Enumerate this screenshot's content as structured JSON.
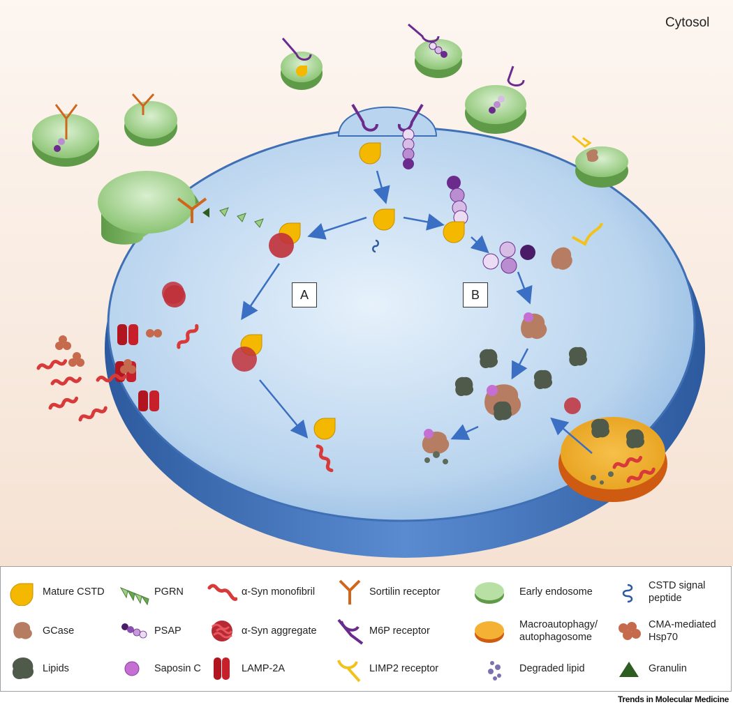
{
  "figure": {
    "compartment_label": "Cytosol",
    "pathways": [
      {
        "id": "A",
        "label": "A"
      },
      {
        "id": "B",
        "label": "B"
      }
    ]
  },
  "legend": {
    "items": [
      {
        "key": "mature_cstd",
        "label": "Mature CSTD",
        "icon": "mature-cstd-icon"
      },
      {
        "key": "pgrn",
        "label": "PGRN",
        "icon": "pgrn-icon"
      },
      {
        "key": "syn_monofibril",
        "label": "α-Syn monofibril",
        "icon": "syn-monofibril-icon"
      },
      {
        "key": "sortilin",
        "label": "Sortilin receptor",
        "icon": "sortilin-receptor-icon"
      },
      {
        "key": "early_endosome",
        "label": "Early endosome",
        "icon": "early-endosome-icon"
      },
      {
        "key": "cstd_signal",
        "label": "CSTD signal\npeptide",
        "icon": "cstd-signal-peptide-icon"
      },
      {
        "key": "gcase",
        "label": "GCase",
        "icon": "gcase-icon"
      },
      {
        "key": "psap",
        "label": "PSAP",
        "icon": "psap-icon"
      },
      {
        "key": "syn_aggregate",
        "label": "α-Syn aggregate",
        "icon": "syn-aggregate-icon"
      },
      {
        "key": "m6p",
        "label": "M6P receptor",
        "icon": "m6p-receptor-icon"
      },
      {
        "key": "autophagosome",
        "label": "Macroautophagy/\nautophagosome",
        "icon": "autophagosome-icon"
      },
      {
        "key": "cma_hsp70",
        "label": "CMA-mediated\nHsp70",
        "icon": "hsp70-icon"
      },
      {
        "key": "lipids",
        "label": "Lipids",
        "icon": "lipids-icon"
      },
      {
        "key": "saposin_c",
        "label": "Saposin C",
        "icon": "saposin-c-icon"
      },
      {
        "key": "lamp2a",
        "label": "LAMP-2A",
        "icon": "lamp2a-icon"
      },
      {
        "key": "limp2",
        "label": "LIMP2 receptor",
        "icon": "limp2-receptor-icon"
      },
      {
        "key": "degraded_lipid",
        "label": "Degraded lipid",
        "icon": "degraded-lipid-icon"
      },
      {
        "key": "granulin",
        "label": "Granulin",
        "icon": "granulin-icon"
      }
    ]
  },
  "journal": "Trends in Molecular Medicine",
  "colors": {
    "background_top": "#fbf1ea",
    "background_bottom": "#f6e3d4",
    "lysosome_fill": "#c9dff2",
    "lysosome_rim": "#3f6fb4",
    "endosome_green": "#9ccf86",
    "cstd_yellow": "#f5b800",
    "syn_red": "#d83a3a",
    "receptor_purple": "#6a2b8c",
    "sortilin_orange": "#d0661c",
    "limp2_yellow": "#f2c21a",
    "gcase_brown": "#b77d63",
    "lipid_grey": "#5e6a5a",
    "autophagosome_orange": "#f09a1c",
    "arrow_blue": "#3b6fc4"
  }
}
